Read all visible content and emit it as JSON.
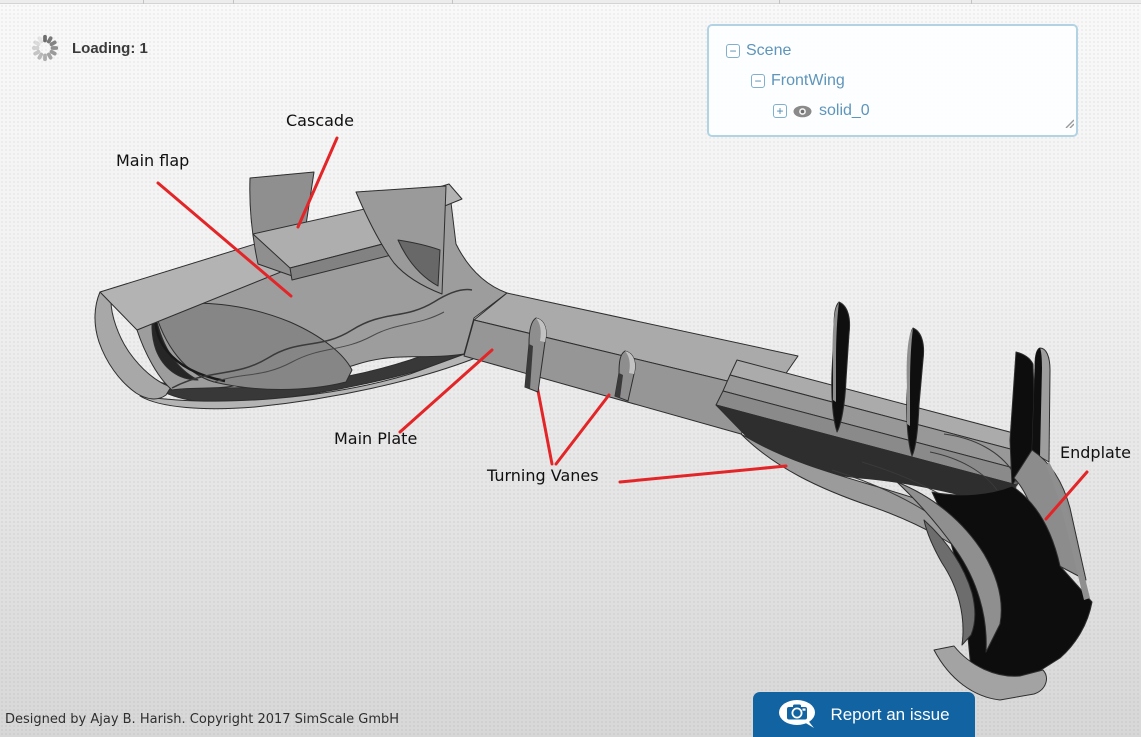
{
  "loading": {
    "label": "Loading: 1"
  },
  "scene_tree": {
    "items": [
      {
        "label": "Scene",
        "toggle_glyph": "−",
        "toggle": "collapse"
      },
      {
        "label": "FrontWing",
        "toggle_glyph": "−",
        "toggle": "collapse"
      },
      {
        "label": "solid_0",
        "toggle_glyph": "+",
        "toggle": "expand",
        "visibility_eye": true
      }
    ]
  },
  "annotations": [
    {
      "label": "Cascade"
    },
    {
      "label": "Main flap"
    },
    {
      "label": "Main Plate"
    },
    {
      "label": "Turning Vanes"
    },
    {
      "label": "Endplate"
    }
  ],
  "model": {
    "name": "FrontWing",
    "part": "solid_0"
  },
  "footer": {
    "credit": "Designed by Ajay B. Harish. Copyright 2017 SimScale GmbH"
  },
  "report_button": {
    "label": "Report an issue"
  },
  "icons": {
    "spinner": "loading-spinner",
    "collapse": "−",
    "expand": "+",
    "eye": "visibility-eye",
    "camera": "camera-speech-bubble",
    "resize": "corner-resize-grip"
  },
  "colors": {
    "tree_text_blue": "#5e95ba",
    "panel_border_blue": "#b2d3e4",
    "button_blue": "#1263a1",
    "annotation_red": "#e32528",
    "model_gray": "#9d9d9d",
    "model_dark": "#0f0f0f"
  }
}
